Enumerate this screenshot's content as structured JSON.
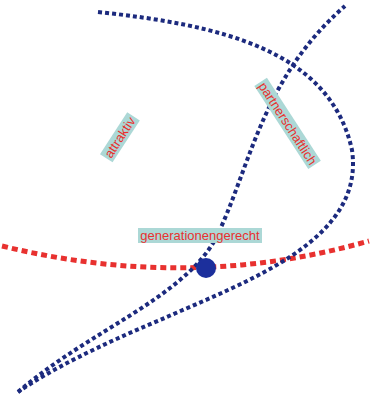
{
  "diagram": {
    "nodes": [
      {
        "text": [
          "attraktiv",
          "partnerschaftlich",
          "generationengerecht"
        ]
      }
    ]
  }
}
